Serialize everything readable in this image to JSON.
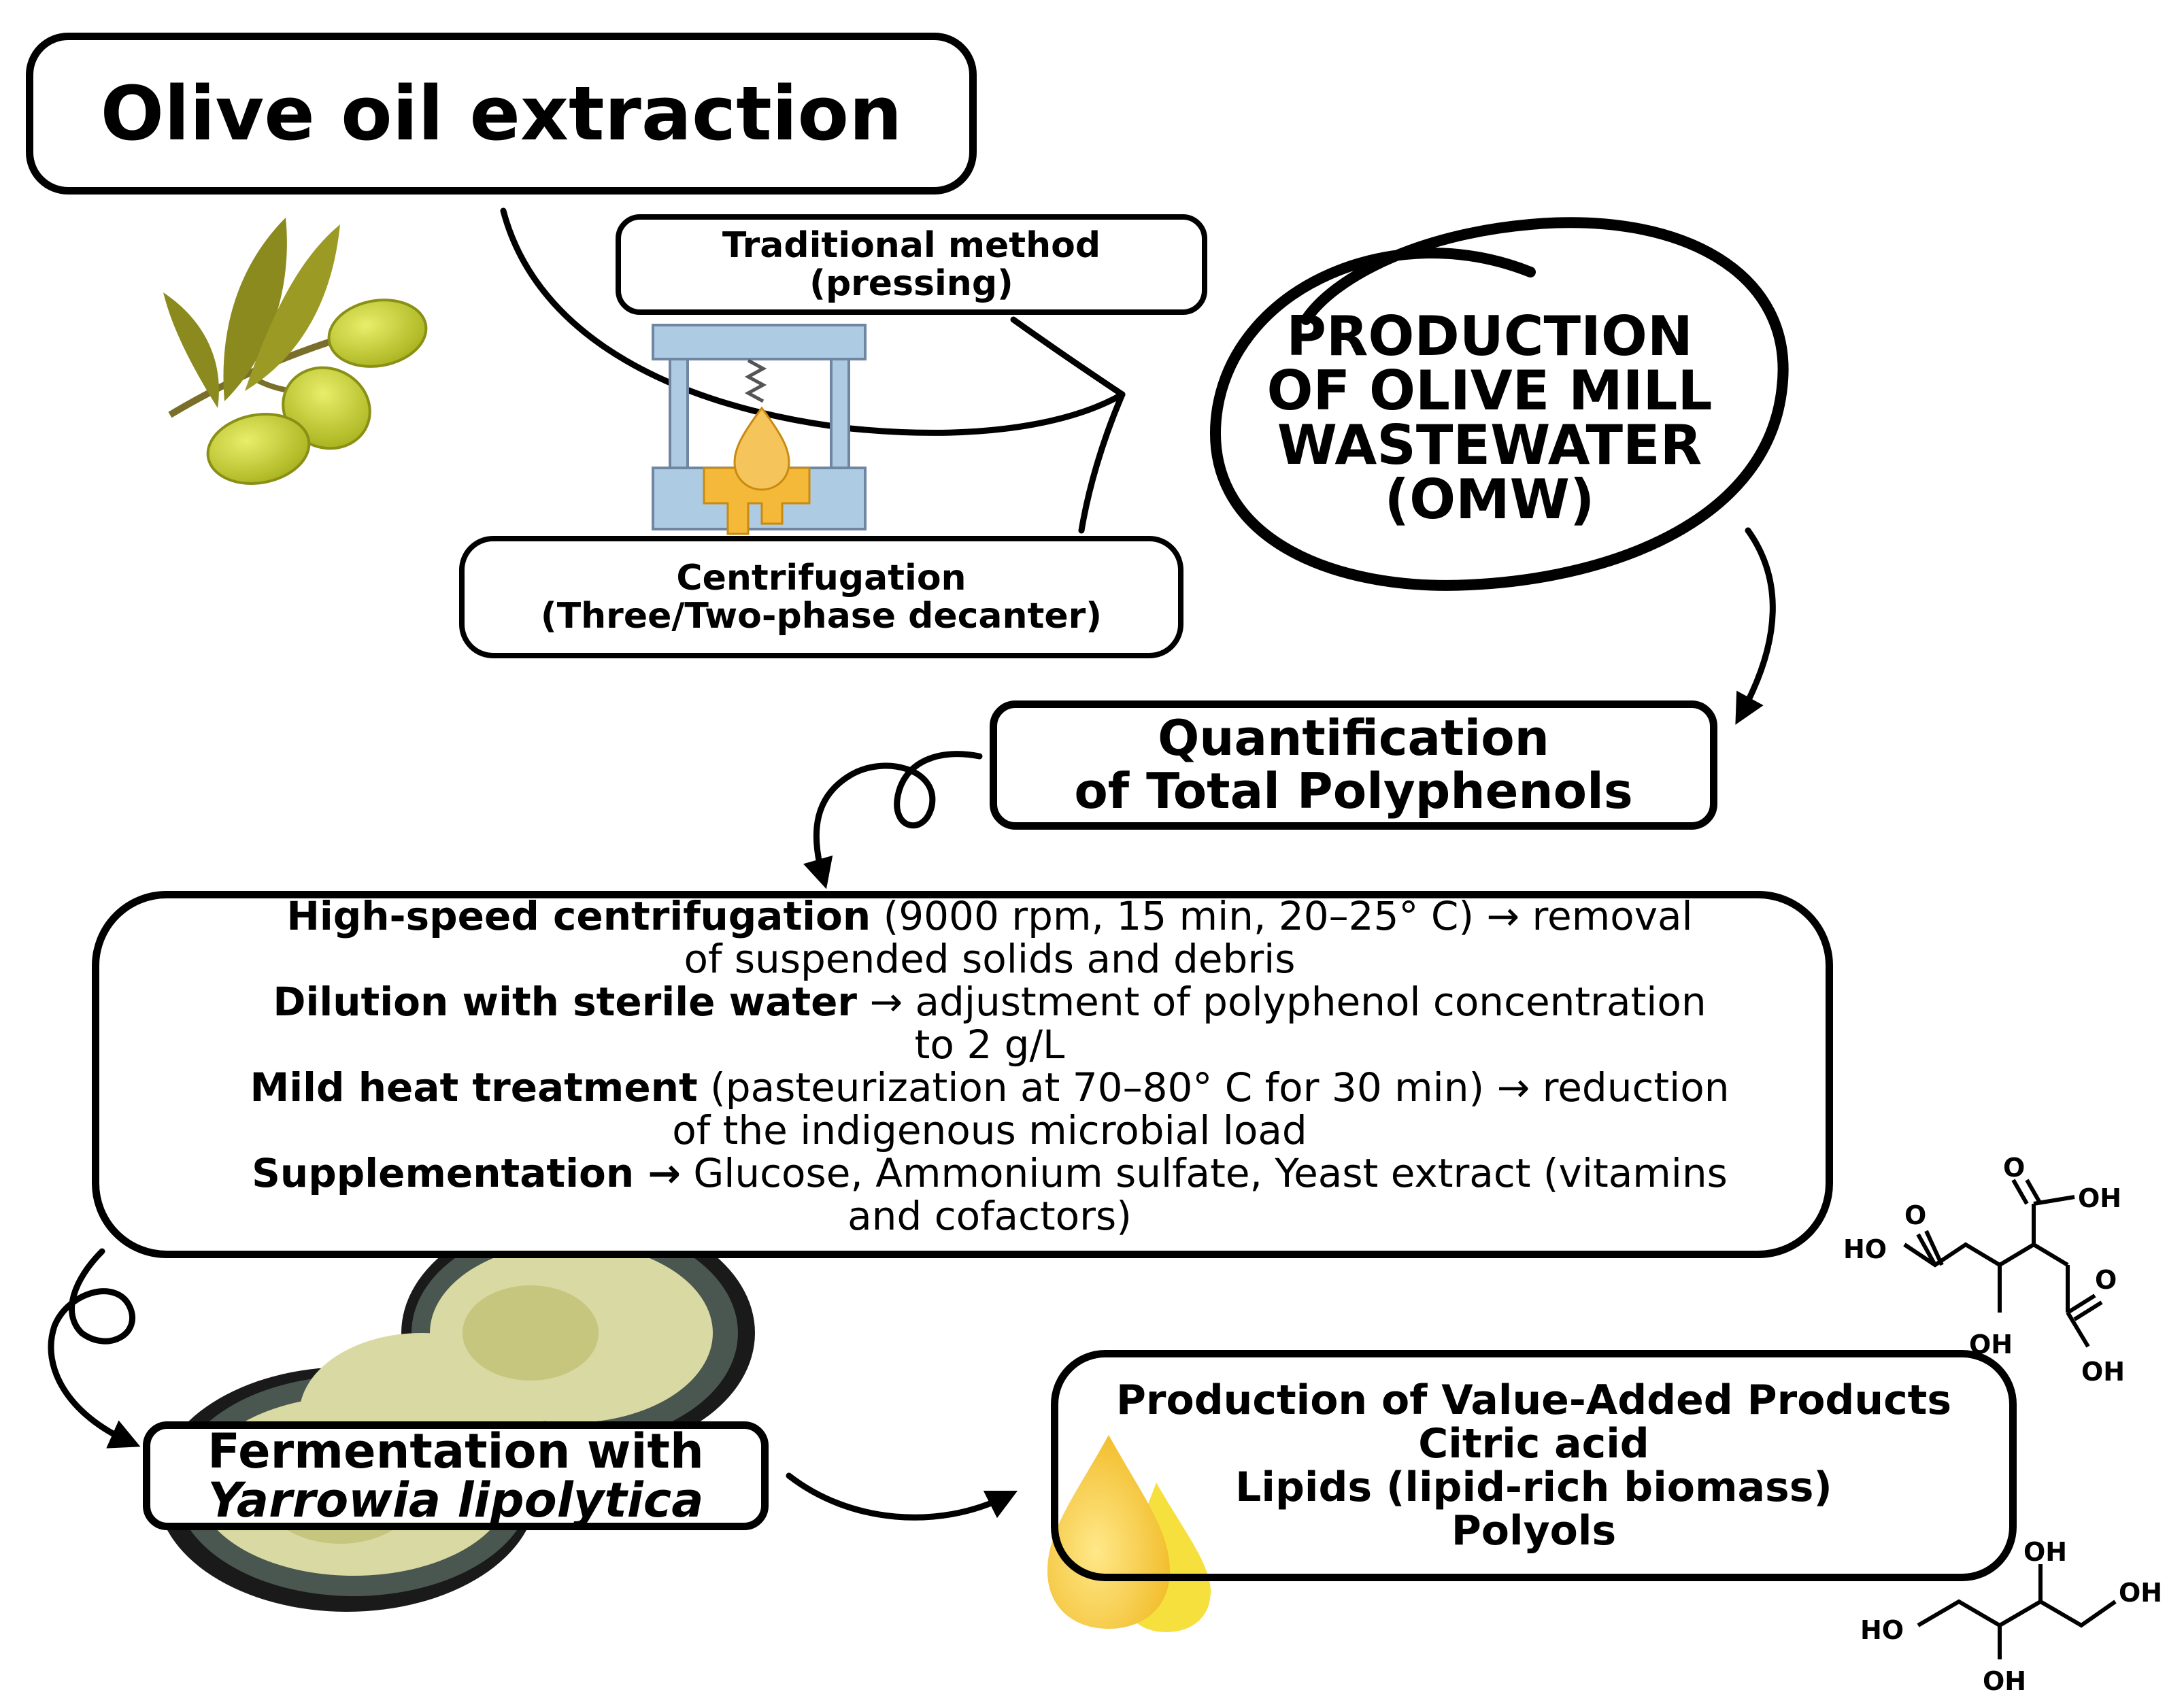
{
  "title": "Olive oil extraction",
  "traditional": {
    "line1": "Traditional method",
    "line2": "(pressing)"
  },
  "centrifugation": {
    "line1": "Centrifugation",
    "line2": "(Three/Two-phase decanter)"
  },
  "omw": {
    "line1": "PRODUCTION",
    "line2": "OF OLIVE MILL",
    "line3": "WASTEWATER",
    "line4": "(OMW)"
  },
  "quantification": {
    "line1": "Quantification",
    "line2": "of Total Polyphenols"
  },
  "steps": {
    "s1_bold": "High-speed centrifugation",
    "s1_rest": " (9000 rpm, 15 min, 20–25° C) → removal",
    "s1_line2": "of suspended solids and debris",
    "s2_bold": "Dilution with sterile water",
    "s2_rest": " → adjustment of polyphenol concentration",
    "s2_line2": "to 2 g/L",
    "s3_bold": "Mild heat treatment",
    "s3_rest": " (pasteurization at 70–80° C for 30 min) → reduction",
    "s3_line2": "of the indigenous microbial load",
    "s4_bold": "Supplementation →",
    "s4_rest": " Glucose, Ammonium sulfate, Yeast extract (vitamins",
    "s4_line2": "and cofactors)"
  },
  "fermentation": {
    "line1": "Fermentation with",
    "line2": "Yarrowia lipolytica"
  },
  "products": {
    "header": "Production of Value-Added Products",
    "p1": "Citric acid",
    "p2": "Lipids (lipid-rich biomass)",
    "p3": "Polyols"
  },
  "citric_labels": {
    "oh1": "HO",
    "oh2": "OH",
    "oh3": "OH",
    "oh4": "OH",
    "o1": "O",
    "o2": "O",
    "o3": "O"
  },
  "polyol_labels": {
    "oh1": "OH",
    "oh2": "OH",
    "oh3": "HO",
    "oh4": "OH"
  },
  "icons": [
    "olive-branch-icon",
    "press-icon",
    "flask-plus-icon",
    "thermometer-icon",
    "jar-icon",
    "yeast-cell-icon",
    "oil-drops-icon",
    "citric-acid-structure-icon",
    "polyol-structure-icon"
  ],
  "colors": {
    "olive_fill": "#c9cf3c",
    "leaf": "#8a8a1e",
    "press_blue": "#aecbe4",
    "press_frame": "#7e9ab8",
    "oil_orange": "#f5b93a",
    "yeast_outer": "#3d4a45",
    "yeast_inner": "#d8d8a0",
    "drop_yellow": "#f5d43c"
  }
}
